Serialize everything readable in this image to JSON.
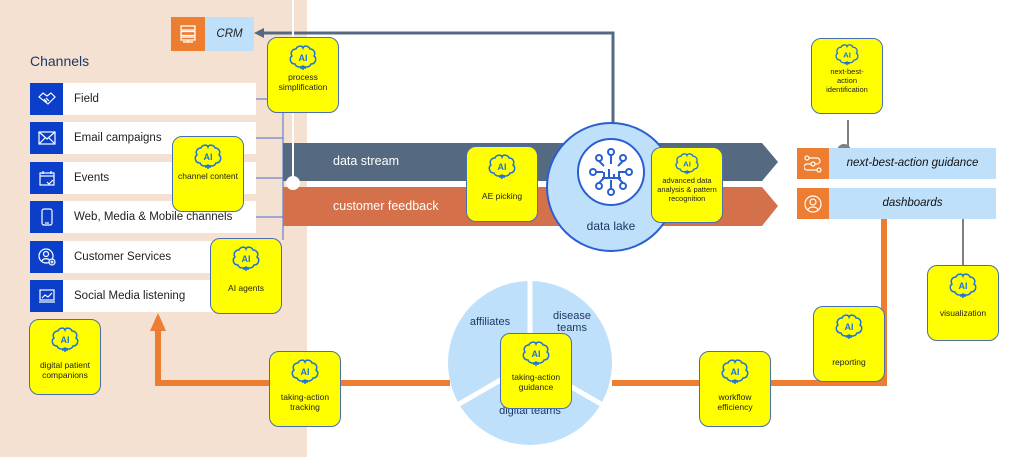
{
  "crm": {
    "label": "CRM",
    "icon": "server-icon"
  },
  "channels": {
    "title": "Channels",
    "items": [
      {
        "label": "Field",
        "icon": "handshake-icon"
      },
      {
        "label": "Email campaigns",
        "icon": "envelope-icon"
      },
      {
        "label": "Events",
        "icon": "calendar-check-icon"
      },
      {
        "label": "Web, Media & Mobile channels",
        "icon": "smartphone-icon"
      },
      {
        "label": "Customer Services",
        "icon": "user-support-icon"
      },
      {
        "label": "Social Media listening",
        "icon": "chart-screen-icon"
      }
    ]
  },
  "streams": {
    "data_stream": "data stream",
    "customer_feedback": "customer feedback"
  },
  "data_lake": {
    "label": "data lake",
    "icon": "network-hub-icon"
  },
  "outputs": [
    {
      "label": "next-best-action guidance",
      "icon": "workflow-icon"
    },
    {
      "label": "dashboards",
      "icon": "user-circle-icon"
    }
  ],
  "ai_badges": {
    "icon_text": "AI",
    "process_simplification": "process simplification",
    "channel_content": "channel content",
    "ai_agents": "AI agents",
    "digital_patient_companions": "digital patient companions",
    "ae_picking": "AE picking",
    "advanced_data_analysis": "advanced data analysis & pattern recognition",
    "next_best_action_identification": "next-best-action identification",
    "visualization": "visualization",
    "reporting": "reporting",
    "workflow_efficiency": "workflow efficiency",
    "taking_action_guidance": "taking-action guidance",
    "taking_action_tracking": "taking-action tracking"
  },
  "teams_wheel": {
    "segments": [
      "affiliates",
      "disease teams",
      "digital teams"
    ]
  },
  "colors": {
    "panel_bg": "#f5e1d1",
    "channel_icon_bg": "#0b3fc9",
    "data_stream": "#556a80",
    "customer_feedback": "#d4704a",
    "accent_orange": "#ed7d31",
    "light_blue": "#bfe0fb",
    "ai_yellow": "#ffff00"
  }
}
